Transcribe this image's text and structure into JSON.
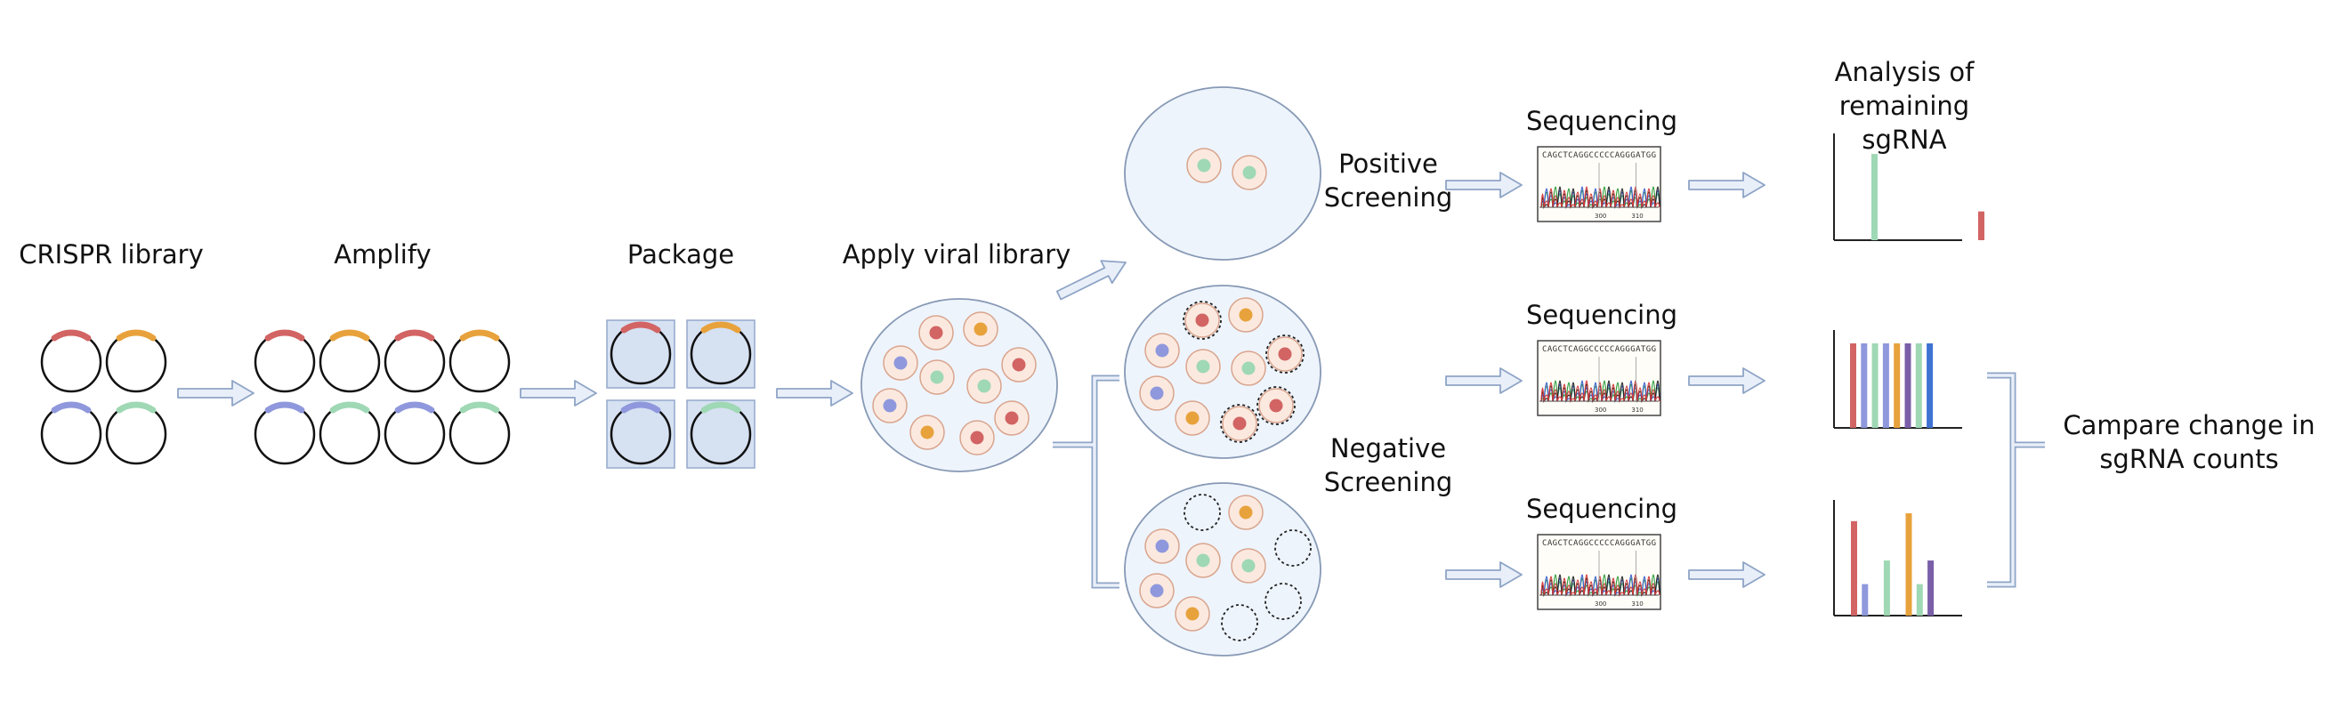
{
  "labels": {
    "crispr_library": "CRISPR library",
    "amplify": "Amplify",
    "package": "Package",
    "apply_viral_library": "Apply viral library",
    "positive_screening": "Positive Screening",
    "negative_screening": "Negative Screening",
    "sequencing_1": "Sequencing",
    "sequencing_2": "Sequencing",
    "sequencing_3": "Sequencing",
    "analysis": "Analysis of remaining sgRNA",
    "compare": "Campare change in sgRNA counts"
  },
  "sequence_text": "CAGCTCAGGCCCCCAGGGATGG",
  "chromatogram_ticks": [
    "300",
    "310"
  ],
  "colors": {
    "red": "#d26464",
    "orange": "#e8a23c",
    "blue": "#8f98dc",
    "green": "#9fd8b4",
    "purple": "#7a5fa8",
    "royal_blue": "#3f73d2",
    "arrow_fill": "#e9eff9",
    "arrow_stroke": "#8ea4c6",
    "dish_fill": "#eef4fc",
    "dish_stroke": "#8799b5",
    "cell_fill": "#fbe9df",
    "cell_stroke": "#d9a58e",
    "square_fill": "#d6e1f2",
    "square_stroke": "#94a9cc"
  },
  "chart_data": [
    {
      "type": "bar",
      "panel": "positive",
      "values": [
        6,
        0,
        0,
        0,
        0,
        0,
        0,
        0,
        0,
        0,
        0,
        0,
        0,
        0,
        0,
        0,
        2
      ],
      "series_colors": [
        "green",
        "red"
      ]
    },
    {
      "type": "bar",
      "panel": "control",
      "values": [
        7,
        7,
        7,
        7,
        7,
        7,
        7,
        7
      ],
      "series_colors": [
        "red",
        "blue",
        "green",
        "blue",
        "orange",
        "purple",
        "green",
        "royal_blue"
      ]
    },
    {
      "type": "bar",
      "panel": "negative",
      "values": [
        6,
        2,
        0,
        3.5,
        0,
        6.5,
        2,
        3.5
      ],
      "series_colors": [
        "red",
        "blue",
        "green",
        "orange",
        "green",
        "purple",
        "green",
        "royal_blue"
      ]
    }
  ]
}
